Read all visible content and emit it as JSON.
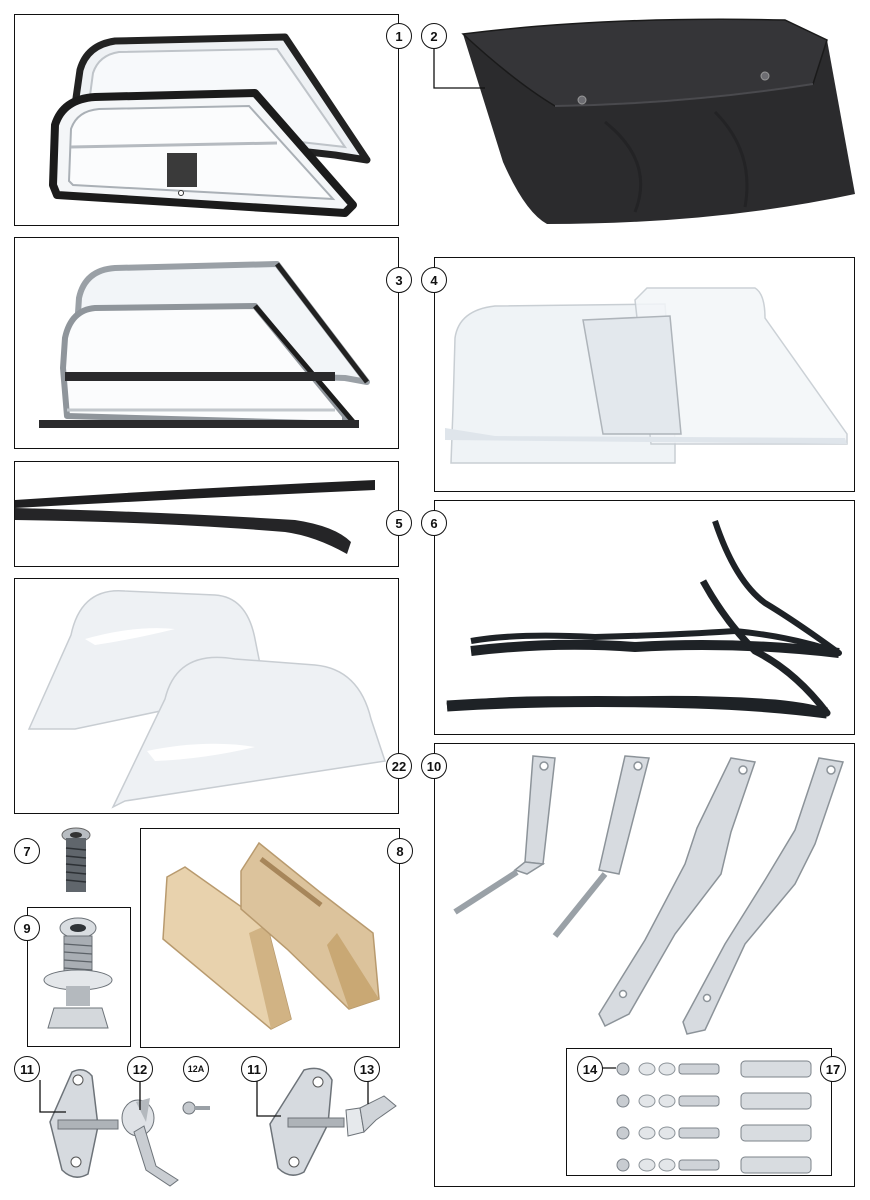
{
  "callouts": {
    "c1": "1",
    "c2": "2",
    "c3": "3",
    "c4": "4",
    "c5": "5",
    "c6": "6",
    "c22": "22",
    "c10": "10",
    "c7": "7",
    "c8": "8",
    "c9": "9",
    "c11a": "11",
    "c12": "12",
    "c12a": "12A",
    "c11b": "11",
    "c13": "13",
    "c14": "14",
    "c17": "17"
  },
  "colors": {
    "frame_border": "#111111",
    "bag_fabric": "#2b2b2d",
    "seal_rubber": "#1e2226",
    "chrome": "#c9ccd0",
    "zinc_bracket": "#d7dbe0",
    "wood": "#dcc39c"
  }
}
